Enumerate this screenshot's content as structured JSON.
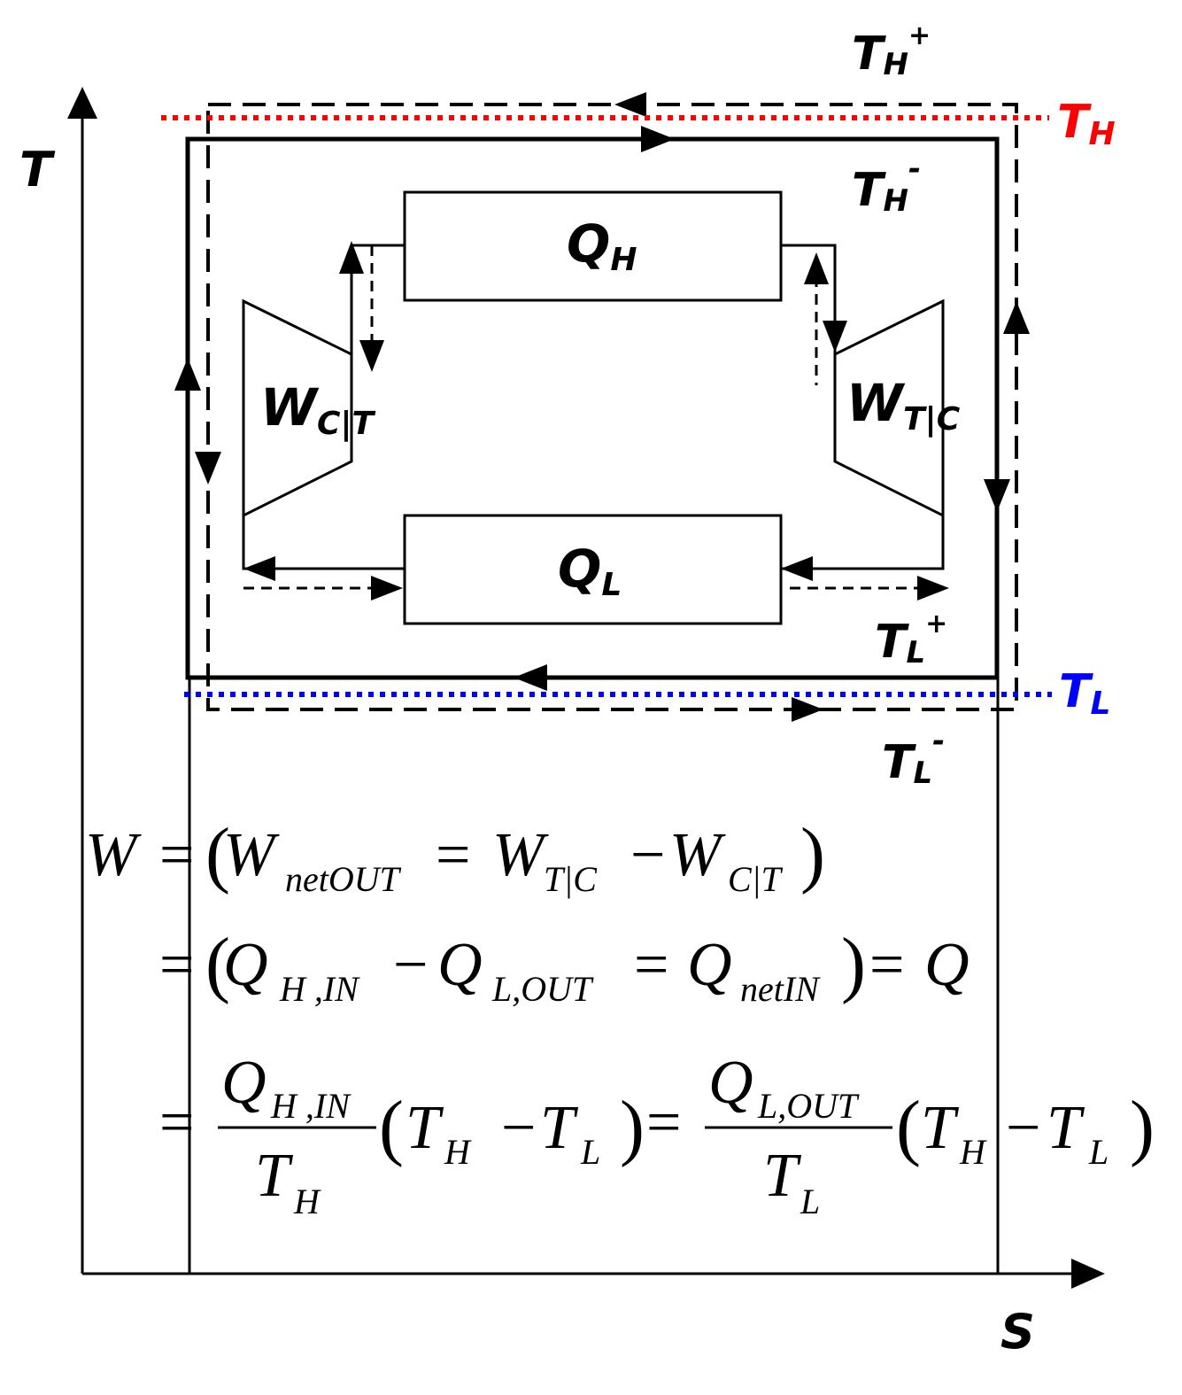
{
  "axes": {
    "y_label": "T",
    "x_label": "S"
  },
  "temperatures": {
    "TH_plus": {
      "base": "T",
      "sub": "H",
      "sup": "+"
    },
    "TH": {
      "base": "T",
      "sub": "H",
      "color": "#ff0000"
    },
    "TH_minus": {
      "base": "T",
      "sub": "H",
      "sup": "-"
    },
    "TL_plus": {
      "base": "T",
      "sub": "L",
      "sup": "+"
    },
    "TL": {
      "base": "T",
      "sub": "L",
      "color": "#0000ff"
    },
    "TL_minus": {
      "base": "T",
      "sub": "L",
      "sup": "-"
    }
  },
  "components": {
    "heat_in": {
      "base": "Q",
      "sub": "H"
    },
    "heat_out": {
      "base": "Q",
      "sub": "L"
    },
    "left_machine": {
      "base": "W",
      "sub": "C|T"
    },
    "right_machine": {
      "base": "W",
      "sub": "T|C"
    }
  },
  "equations": {
    "line1": {
      "lhs": "W",
      "eq": "=",
      "open": "(",
      "w1": "W",
      "w1_sub": "netOUT",
      "eq2": "=",
      "w2": "W",
      "w2_sub": "T|C",
      "minus": "−",
      "w3": "W",
      "w3_sub": "C|T",
      "close": ")"
    },
    "line2": {
      "eq": "=",
      "open": "(",
      "q1": "Q",
      "q1_sub": "H ,IN",
      "minus": "−",
      "q2": "Q",
      "q2_sub": "L,OUT",
      "eq2": "=",
      "q3": "Q",
      "q3_sub": "netIN",
      "close": ")",
      "eq3": "=",
      "q4": "Q"
    },
    "line3": {
      "eq": "=",
      "f1_num": "Q",
      "f1_num_sub": "H ,IN",
      "f1_den": "T",
      "f1_den_sub": "H",
      "p1_open": "(",
      "t1": "T",
      "t1_sub": "H",
      "minus1": "−",
      "t2": "T",
      "t2_sub": "L",
      "p1_close": ")",
      "eq2": "=",
      "f2_num": "Q",
      "f2_num_sub": "L,OUT",
      "f2_den": "T",
      "f2_den_sub": "L",
      "p2_open": "(",
      "t3": "T",
      "t3_sub": "H",
      "minus2": "−",
      "t4": "T",
      "t4_sub": "L",
      "p2_close": ")"
    }
  }
}
